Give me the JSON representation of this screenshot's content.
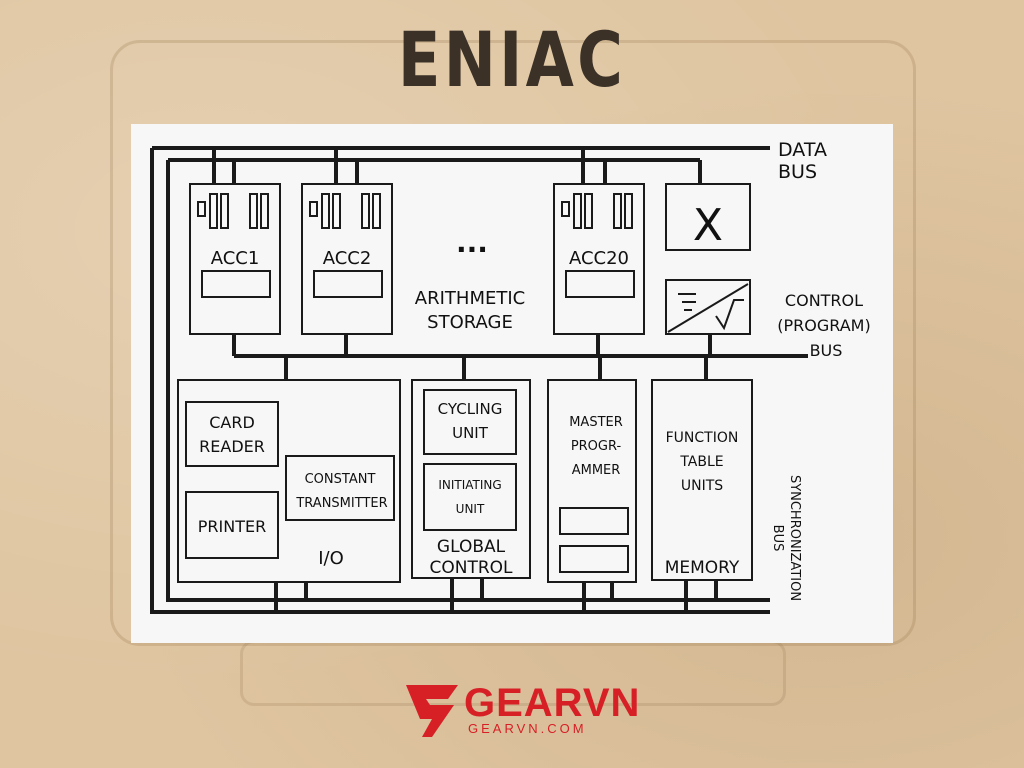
{
  "title": "ENIAC",
  "diagram": {
    "bus_labels": {
      "data_bus": [
        "DATA",
        "BUS"
      ],
      "control_bus": [
        "CONTROL",
        "(PROGRAM)",
        "BUS"
      ],
      "sync_bus": [
        "SYNCHRONIZATION",
        "BUS"
      ]
    },
    "accumulators": [
      "ACC1",
      "ACC2",
      "ACC20"
    ],
    "ellipsis": "...",
    "multiplier_symbol": "X",
    "arithmetic_storage": [
      "ARITHMETIC",
      "STORAGE"
    ],
    "io": {
      "card_reader": [
        "CARD",
        "READER"
      ],
      "printer": "PRINTER",
      "constant_transmitter": [
        "CONSTANT",
        "TRANSMITTER"
      ],
      "label": "I/O"
    },
    "global_control": {
      "cycling_unit": [
        "CYCLING",
        "UNIT"
      ],
      "initiating_unit": [
        "INITIATING",
        "UNIT"
      ],
      "label": [
        "GLOBAL",
        "CONTROL"
      ]
    },
    "master_programmer": [
      "MASTER",
      "PROGR-",
      "AMMER"
    ],
    "memory": {
      "function_table": [
        "FUNCTION",
        "TABLE",
        "UNITS"
      ],
      "label": "MEMORY"
    }
  },
  "logo": {
    "brand": "GEARVN",
    "sub": "GEARVN.COM",
    "brand_color": "#d71f26"
  }
}
